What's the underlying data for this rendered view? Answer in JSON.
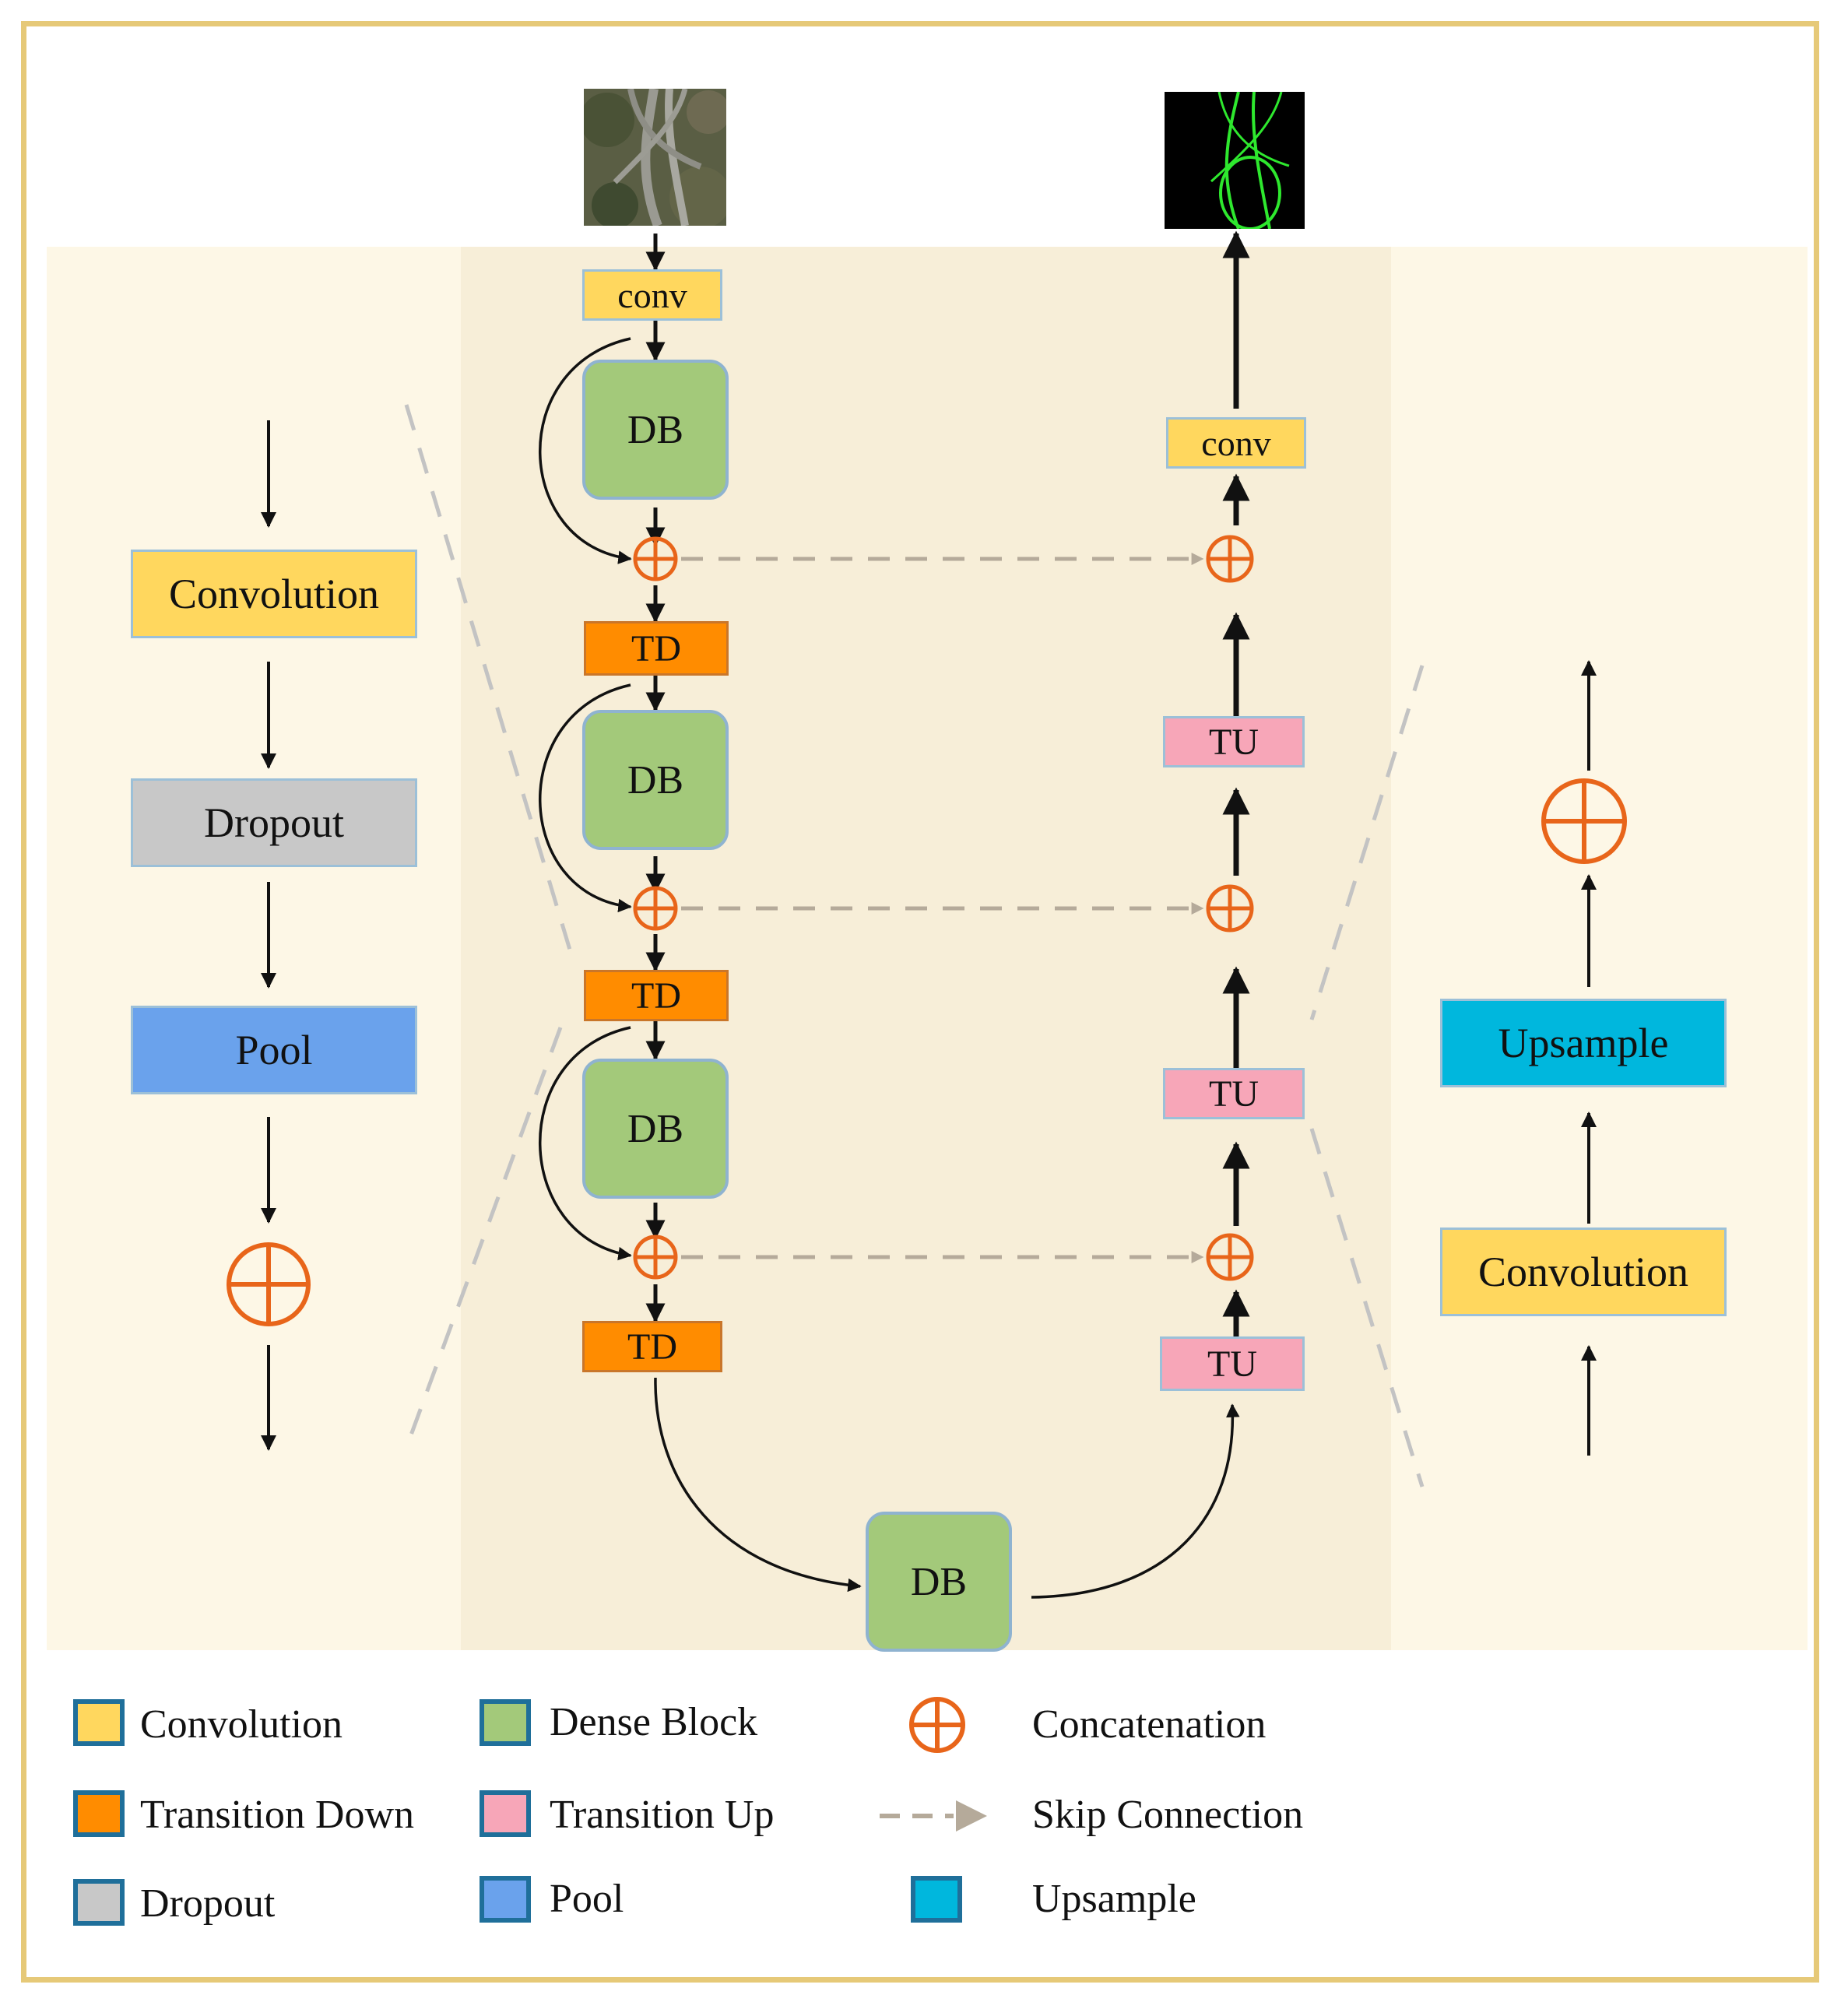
{
  "left_detail": {
    "convolution_label": "Convolution",
    "dropout_label": "Dropout",
    "pool_label": "Pool"
  },
  "right_detail": {
    "upsample_label": "Upsample",
    "convolution_label": "Convolution"
  },
  "network": {
    "input_conv_label": "conv",
    "output_conv_label": "conv",
    "dense_block_label": "DB",
    "transition_down_label": "TD",
    "transition_up_label": "TU"
  },
  "legend": {
    "convolution": "Convolution",
    "dense_block": "Dense Block",
    "concatenation": "Concatenation",
    "transition_down": "Transition Down",
    "transition_up": "Transition Up",
    "skip_connection": "Skip Connection",
    "dropout": "Dropout",
    "pool": "Pool",
    "upsample": "Upsample"
  },
  "colors": {
    "convolution": "#ffd75e",
    "transition_down": "#ff8c00",
    "transition_up": "#f7a6b8",
    "dense_block": "#a3c97a",
    "dropout": "#c8c8c8",
    "pool": "#6aa2ec",
    "upsample": "#00b7dd",
    "concatenation": "#e8651a",
    "skip_connection": "#b5aa9a",
    "frame": "#e6c978"
  }
}
